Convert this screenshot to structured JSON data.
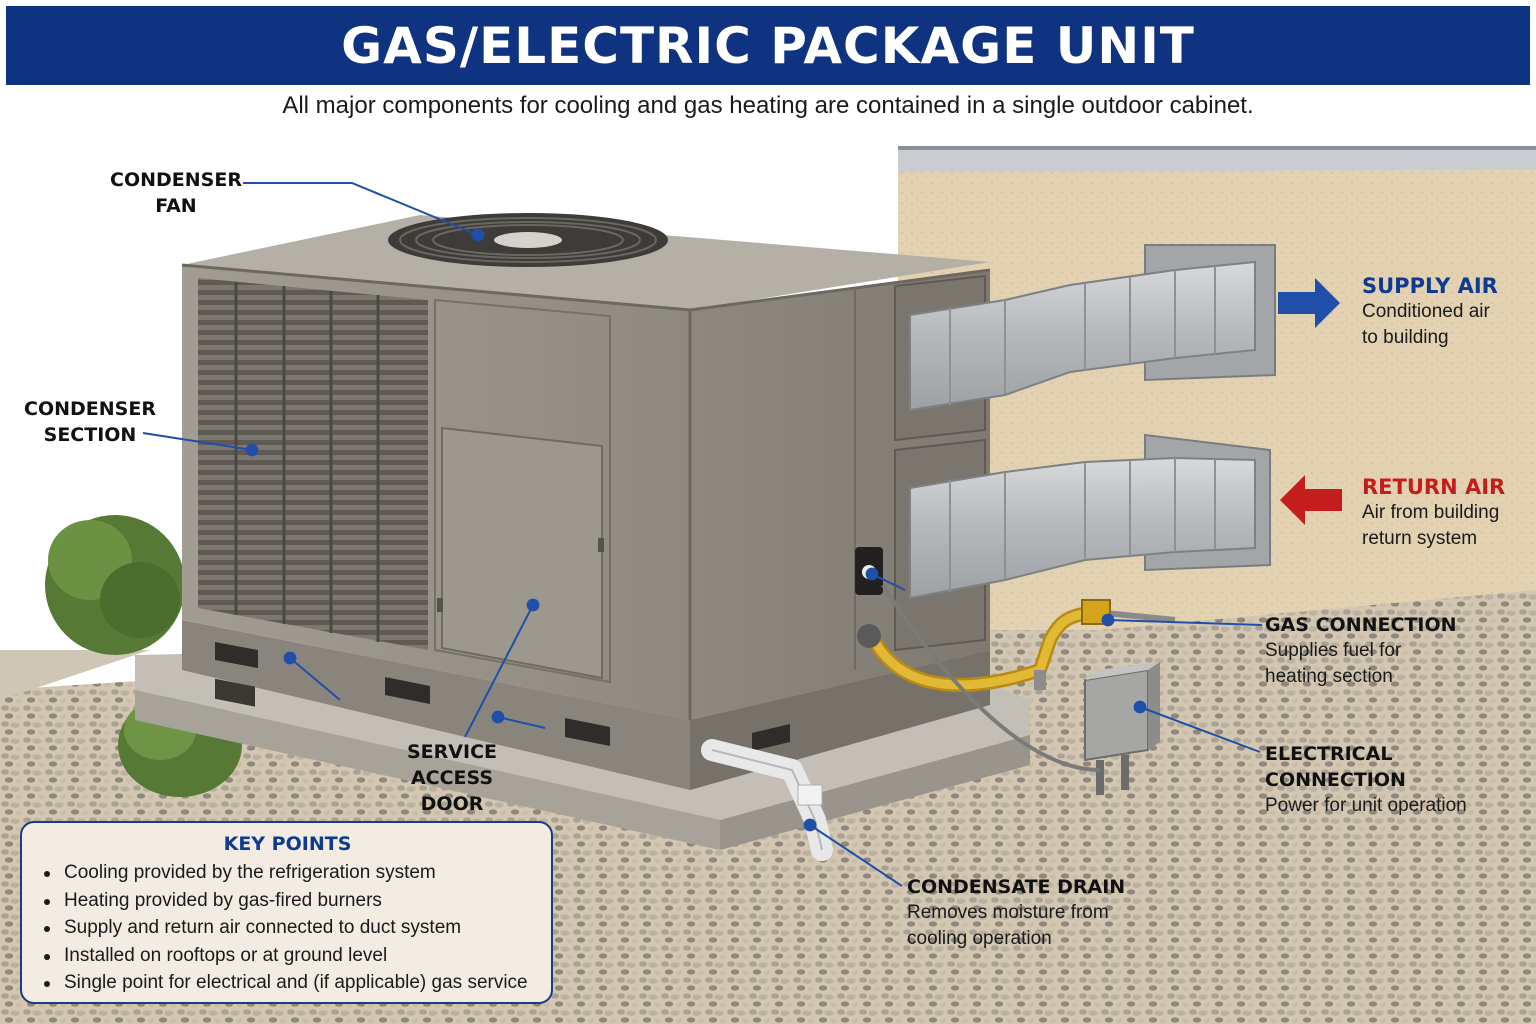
{
  "title": "GAS/ELECTRIC PACKAGE UNIT",
  "subtitle": "All major components for cooling and gas heating are contained in a single outdoor cabinet.",
  "callouts": {
    "condenser_fan": {
      "head_line1": "CONDENSER",
      "head_line2": "FAN"
    },
    "condenser_section": {
      "head_line1": "CONDENSER",
      "head_line2": "SECTION"
    },
    "service_access_door": {
      "head_line1": "SERVICE",
      "head_line2": "ACCESS",
      "head_line3": "DOOR"
    },
    "supply_air": {
      "head": "SUPPLY AIR",
      "line1": "Conditioned air",
      "line2": "to building"
    },
    "return_air": {
      "head": "RETURN AIR",
      "line1": "Air from building",
      "line2": "return system"
    },
    "gas_connection": {
      "head": "GAS CONNECTION",
      "line1": "Supplies fuel for",
      "line2": "heating section"
    },
    "electrical_connection": {
      "head": "ELECTRICAL CONNECTION",
      "line1": "Power for unit operation"
    },
    "condensate_drain": {
      "head": "CONDENSATE DRAIN",
      "line1": "Removes moisture from",
      "line2": "cooling operation"
    }
  },
  "key_points": {
    "title": "KEY POINTS",
    "items": [
      "Cooling provided by the refrigeration system",
      "Heating provided by gas-fired burners",
      "Supply and return air connected to duct system",
      "Installed on rooftops or at ground level",
      "Single point for electrical and (if applicable) gas service"
    ]
  },
  "colors": {
    "title_bar": "#0f3380",
    "accent_blue": "#0f3a91",
    "accent_red": "#c31d1d",
    "cabinet": "#9b968b",
    "duct": "#b9bcbf",
    "wall": "#e0cfae",
    "gas_pipe": "#d6a923",
    "keypoints_bg": "#f2ece2"
  }
}
